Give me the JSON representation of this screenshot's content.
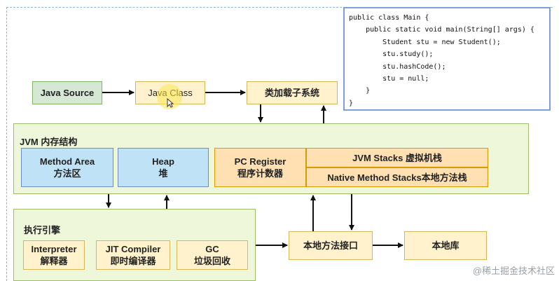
{
  "boxes": {
    "java_source": "Java Source",
    "java_class": "Java Class",
    "class_loader": "类加载子系统",
    "jvm_memory_title": "JVM 内存结构",
    "method_area": [
      "Method Area",
      "方法区"
    ],
    "heap": [
      "Heap",
      "堆"
    ],
    "pc_register": [
      "PC Register",
      "程序计数器"
    ],
    "jvm_stacks": "JVM Stacks 虚拟机栈",
    "native_stacks": "Native Method Stacks本地方法栈",
    "exec_engine_title": "执行引擎",
    "interpreter": [
      "Interpreter",
      "解释器"
    ],
    "jit": [
      "JIT Compiler",
      "即时编译器"
    ],
    "gc": [
      "GC",
      "垃圾回收"
    ],
    "native_interface": "本地方法接口",
    "native_lib": "本地库"
  },
  "code": {
    "lines": [
      "public class Main {",
      "    public static void main(String[] args) {",
      "        Student stu = new Student();",
      "        stu.study();",
      "        stu.hashCode();",
      "        stu = null;",
      "    }",
      "}"
    ]
  },
  "watermark": "@稀土掘金技术社区",
  "colors": {
    "green": "#d5e8d4",
    "yellow": "#fff2cc",
    "jvm_container": "#eef7d9",
    "blue": "#bfe2f6",
    "orange": "#ffe0b3",
    "code_border": "#7f9dd8"
  }
}
